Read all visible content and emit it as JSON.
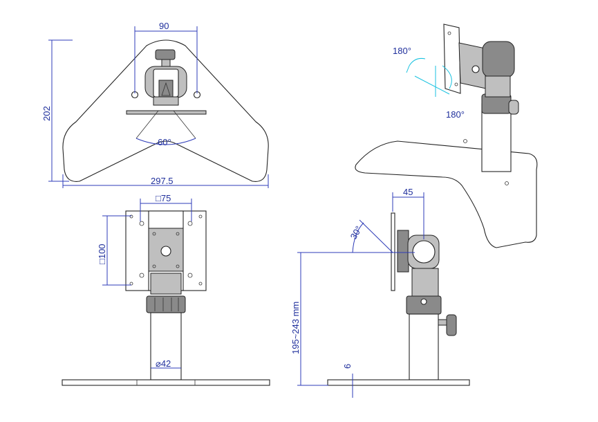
{
  "dimensions": {
    "top_view_width": "90",
    "top_view_height": "202",
    "top_view_base_width": "297.5",
    "top_view_angle": "60°",
    "front_vesa": "□75",
    "front_vesa_vertical": "□100",
    "front_pole_diameter": "⌀42",
    "side_offset": "45",
    "side_tilt": "30°",
    "side_height_range": "195~243 mm",
    "side_base_thickness": "6",
    "iso_rotation_top": "180°",
    "iso_rotation_bottom": "180°"
  },
  "colors": {
    "dimension": "#1f2f9c",
    "part_outline": "#222222",
    "part_fill_light": "#bfbfbf",
    "part_fill_dark": "#8a8a8a",
    "rotation_arrow": "#19c2e0"
  }
}
